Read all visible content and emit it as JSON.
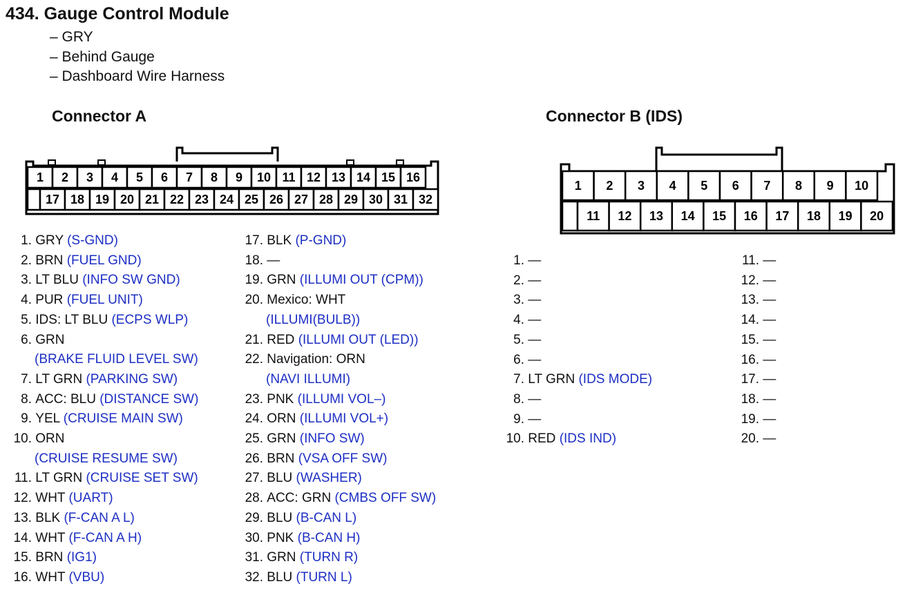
{
  "header": {
    "title": "434.  Gauge Control Module",
    "lines": [
      "– GRY",
      "– Behind Gauge",
      "– Dashboard Wire Harness"
    ]
  },
  "connector_a": {
    "title": "Connector A",
    "top_pins": [
      "1",
      "2",
      "3",
      "4",
      "5",
      "6",
      "7",
      "8",
      "9",
      "10",
      "11",
      "12",
      "13",
      "14",
      "15",
      "16"
    ],
    "bottom_pins": [
      "17",
      "18",
      "19",
      "20",
      "21",
      "22",
      "23",
      "24",
      "25",
      "26",
      "27",
      "28",
      "29",
      "30",
      "31",
      "32"
    ],
    "terminals": [
      {
        "num": "1.",
        "wire": "GRY",
        "fn": "(S-GND)"
      },
      {
        "num": "2.",
        "wire": "BRN",
        "fn": "(FUEL GND)"
      },
      {
        "num": "3.",
        "wire": "LT BLU",
        "fn": "(INFO SW GND)"
      },
      {
        "num": "4.",
        "wire": "PUR",
        "fn": "(FUEL UNIT)"
      },
      {
        "num": "5.",
        "wire": "IDS: LT BLU",
        "fn": "(ECPS WLP)"
      },
      {
        "num": "6.",
        "wire": "GRN",
        "fn": "(BRAKE FLUID LEVEL SW)",
        "wrap": true
      },
      {
        "num": "7.",
        "wire": "LT GRN",
        "fn": "(PARKING SW)"
      },
      {
        "num": "8.",
        "wire": "ACC: BLU",
        "fn": "(DISTANCE SW)"
      },
      {
        "num": "9.",
        "wire": "YEL",
        "fn": "(CRUISE MAIN SW)"
      },
      {
        "num": "10.",
        "wire": "ORN",
        "fn": "(CRUISE RESUME SW)",
        "wrap": true
      },
      {
        "num": "11.",
        "wire": "LT GRN",
        "fn": "(CRUISE SET SW)"
      },
      {
        "num": "12.",
        "wire": "WHT",
        "fn": "(UART)"
      },
      {
        "num": "13.",
        "wire": "BLK",
        "fn": "(F-CAN A L)"
      },
      {
        "num": "14.",
        "wire": "WHT",
        "fn": "(F-CAN A H)"
      },
      {
        "num": "15.",
        "wire": "BRN",
        "fn": "(IG1)"
      },
      {
        "num": "16.",
        "wire": "WHT",
        "fn": "(VBU)"
      },
      {
        "num": "17.",
        "wire": "BLK",
        "fn": "(P-GND)"
      },
      {
        "num": "18.",
        "wire": "—",
        "fn": ""
      },
      {
        "num": "19.",
        "wire": "GRN",
        "fn": "(ILLUMI OUT (CPM))"
      },
      {
        "num": "20.",
        "wire": "Mexico: WHT",
        "fn": "(ILLUMI(BULB))",
        "wrap": true
      },
      {
        "num": "21.",
        "wire": "RED",
        "fn": "(ILLUMI OUT (LED))"
      },
      {
        "num": "22.",
        "wire": "Navigation: ORN",
        "fn": "(NAVI ILLUMI)",
        "wrap": true
      },
      {
        "num": "23.",
        "wire": "PNK",
        "fn": "(ILLUMI VOL–)"
      },
      {
        "num": "24.",
        "wire": "ORN",
        "fn": "(ILLUMI VOL+)"
      },
      {
        "num": "25.",
        "wire": "GRN",
        "fn": "(INFO SW)"
      },
      {
        "num": "26.",
        "wire": "BRN",
        "fn": "(VSA OFF SW)"
      },
      {
        "num": "27.",
        "wire": "BLU",
        "fn": "(WASHER)"
      },
      {
        "num": "28.",
        "wire": "ACC: GRN",
        "fn": "(CMBS OFF SW)"
      },
      {
        "num": "29.",
        "wire": "BLU",
        "fn": "(B-CAN L)"
      },
      {
        "num": "30.",
        "wire": "PNK",
        "fn": "(B-CAN H)"
      },
      {
        "num": "31.",
        "wire": "GRN",
        "fn": "(TURN R)"
      },
      {
        "num": "32.",
        "wire": "BLU",
        "fn": "(TURN L)"
      }
    ]
  },
  "connector_b": {
    "title": "Connector B (IDS)",
    "top_pins": [
      "1",
      "2",
      "3",
      "4",
      "5",
      "6",
      "7",
      "8",
      "9",
      "10"
    ],
    "bottom_pins": [
      "11",
      "12",
      "13",
      "14",
      "15",
      "16",
      "17",
      "18",
      "19",
      "20"
    ],
    "terminals": [
      {
        "num": "1.",
        "wire": "—",
        "fn": ""
      },
      {
        "num": "2.",
        "wire": "—",
        "fn": ""
      },
      {
        "num": "3.",
        "wire": "—",
        "fn": ""
      },
      {
        "num": "4.",
        "wire": "—",
        "fn": ""
      },
      {
        "num": "5.",
        "wire": "—",
        "fn": ""
      },
      {
        "num": "6.",
        "wire": "—",
        "fn": ""
      },
      {
        "num": "7.",
        "wire": "LT GRN",
        "fn": "(IDS MODE)"
      },
      {
        "num": "8.",
        "wire": "—",
        "fn": ""
      },
      {
        "num": "9.",
        "wire": "—",
        "fn": ""
      },
      {
        "num": "10.",
        "wire": "RED",
        "fn": "(IDS IND)"
      },
      {
        "num": "11.",
        "wire": "—",
        "fn": ""
      },
      {
        "num": "12.",
        "wire": "—",
        "fn": ""
      },
      {
        "num": "13.",
        "wire": "—",
        "fn": ""
      },
      {
        "num": "14.",
        "wire": "—",
        "fn": ""
      },
      {
        "num": "15.",
        "wire": "—",
        "fn": ""
      },
      {
        "num": "16.",
        "wire": "—",
        "fn": ""
      },
      {
        "num": "17.",
        "wire": "—",
        "fn": ""
      },
      {
        "num": "18.",
        "wire": "—",
        "fn": ""
      },
      {
        "num": "19.",
        "wire": "—",
        "fn": ""
      },
      {
        "num": "20.",
        "wire": "—",
        "fn": ""
      }
    ]
  }
}
